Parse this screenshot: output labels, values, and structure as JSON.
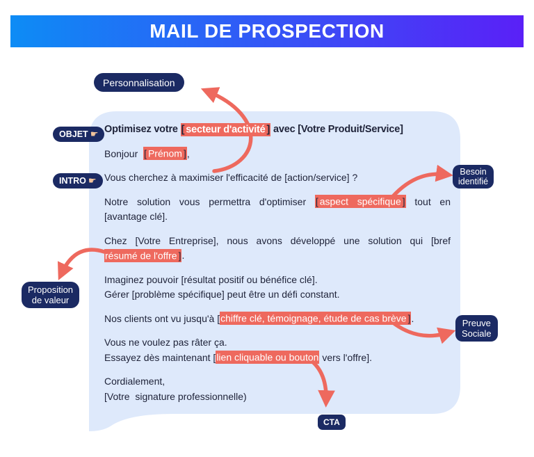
{
  "colors": {
    "header_gradient_start": "#0d8cf5",
    "header_gradient_end": "#5a20f7",
    "bubble_background": "#dee9fb",
    "badge_background": "#1b2a63",
    "highlight": "#ee695e",
    "arrow": "#ee695e",
    "text": "#20243a",
    "finger_icon": "#f2c49c"
  },
  "header": {
    "title": "MAIL DE PROSPECTION"
  },
  "badges": {
    "personnalisation": {
      "label": "Personnalisation"
    },
    "objet": {
      "label": "OBJET",
      "icon": "☛"
    },
    "intro": {
      "label": "INTRO",
      "icon": "☛"
    },
    "besoin": {
      "lines": [
        "Besoin",
        "identifié"
      ]
    },
    "proposition": {
      "lines": [
        "Proposition",
        "de valeur"
      ]
    },
    "preuve": {
      "lines": [
        "Preuve",
        "Sociale"
      ]
    },
    "cta": {
      "label": "CTA"
    }
  },
  "email": {
    "paragraphs": [
      {
        "bold": true,
        "lines": [
          {
            "justify": false,
            "segments": [
              {
                "t": "Optimisez votre ",
                "s": "p"
              },
              {
                "t": "[",
                "s": "hb"
              },
              {
                "t": "secteur d'activité",
                "s": "h"
              },
              {
                "t": "]",
                "s": "hb"
              },
              {
                "t": " avec [Votre Produit/Service]",
                "s": "p"
              }
            ]
          }
        ]
      },
      {
        "bold": false,
        "lines": [
          {
            "justify": false,
            "segments": [
              {
                "t": "Bonjour  ",
                "s": "p"
              },
              {
                "t": "[",
                "s": "hb"
              },
              {
                "t": "Prénom",
                "s": "h"
              },
              {
                "t": "]",
                "s": "hb"
              },
              {
                "t": ",",
                "s": "p"
              }
            ]
          }
        ]
      },
      {
        "bold": false,
        "lines": [
          {
            "justify": false,
            "segments": [
              {
                "t": "Vous cherchez à maximiser l'efficacité de [action/service] ?",
                "s": "p"
              }
            ]
          }
        ]
      },
      {
        "bold": false,
        "lines": [
          {
            "justify": true,
            "segments": [
              {
                "t": "Notre solution vous permettra d'optimiser ",
                "s": "p"
              },
              {
                "t": "[",
                "s": "hb"
              },
              {
                "t": "aspect spécifique",
                "s": "h"
              },
              {
                "t": "]",
                "s": "hb"
              },
              {
                "t": " tout en",
                "s": "p"
              }
            ]
          },
          {
            "justify": false,
            "segments": [
              {
                "t": "[avantage clé].",
                "s": "p"
              }
            ]
          }
        ]
      },
      {
        "bold": false,
        "lines": [
          {
            "justify": true,
            "segments": [
              {
                "t": "Chez [Votre Entreprise], nous avons développé une solution qui [bref",
                "s": "p"
              }
            ]
          },
          {
            "justify": false,
            "segments": [
              {
                "t": "résumé de l'offre",
                "s": "h"
              },
              {
                "t": "]",
                "s": "hb"
              },
              {
                "t": ".",
                "s": "p"
              }
            ]
          }
        ]
      },
      {
        "bold": false,
        "lines": [
          {
            "justify": false,
            "segments": [
              {
                "t": "Imaginez pouvoir [résultat positif ou bénéfice clé].",
                "s": "p"
              }
            ]
          },
          {
            "justify": false,
            "segments": [
              {
                "t": "Gérer [problème spécifique] peut être un défi constant.",
                "s": "p"
              }
            ]
          }
        ]
      },
      {
        "bold": false,
        "lines": [
          {
            "justify": false,
            "segments": [
              {
                "t": "Nos clients ont vu jusqu'à [",
                "s": "p"
              },
              {
                "t": "chiffre clé, témoignage, étude de cas brève",
                "s": "h"
              },
              {
                "t": "]",
                "s": "hb"
              },
              {
                "t": ".",
                "s": "p"
              }
            ]
          }
        ]
      },
      {
        "bold": false,
        "lines": [
          {
            "justify": false,
            "segments": [
              {
                "t": "Vous ne voulez pas râter ça.",
                "s": "p"
              }
            ]
          },
          {
            "justify": false,
            "segments": [
              {
                "t": "Essayez dès maintenant [",
                "s": "p"
              },
              {
                "t": "lien cliquable ou bouton",
                "s": "h"
              },
              {
                "t": " vers l'offre].",
                "s": "p"
              }
            ]
          }
        ]
      },
      {
        "bold": false,
        "lines": [
          {
            "justify": false,
            "segments": [
              {
                "t": "Cordialement,",
                "s": "p"
              }
            ]
          },
          {
            "justify": false,
            "segments": [
              {
                "t": "[Votre  signature professionnelle)",
                "s": "p"
              }
            ]
          }
        ]
      }
    ]
  }
}
